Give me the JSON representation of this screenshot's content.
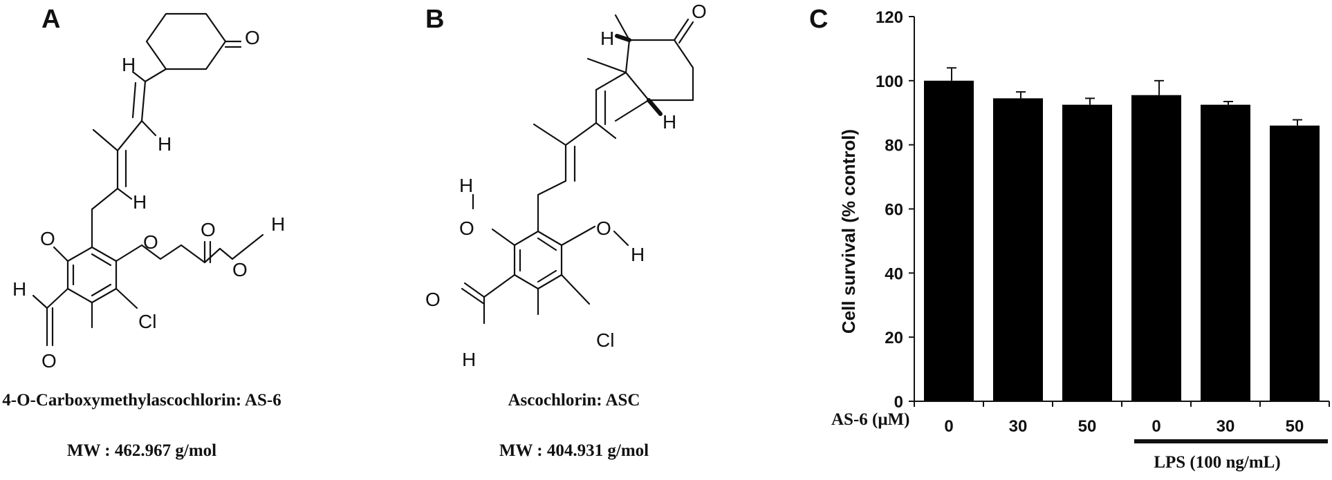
{
  "panels": {
    "a": {
      "letter": "A",
      "atoms": {
        "o_ketone": "O",
        "h1": "H",
        "h2": "H",
        "h3": "H",
        "o_phenol": "O",
        "o_ether": "O",
        "o_acid": "O",
        "o_oh": "O",
        "h_acid": "H",
        "h_ald": "H",
        "o_ald": "O",
        "cl": "Cl"
      },
      "name": "4-O-Carboxymethylascochlorin: AS-6",
      "mw": "MW : 462.967 g/mol"
    },
    "b": {
      "letter": "B",
      "atoms": {
        "o_ketone": "O",
        "h_ring1": "H",
        "h_ring2": "H",
        "h_oh1": "H",
        "o_oh1": "O",
        "o_oh2": "O",
        "h_oh2": "H",
        "o_ald": "O",
        "h_ald": "H",
        "cl": "Cl"
      },
      "name": "Ascochlorin: ASC",
      "mw": "MW : 404.931 g/mol"
    },
    "c": {
      "letter": "C",
      "treatment_label": "AS-6 (μM)",
      "lps_label": "LPS (100 ng/mL)"
    }
  },
  "chart_data": {
    "type": "bar",
    "categories": [
      "0",
      "30",
      "50",
      "0",
      "30",
      "50"
    ],
    "values": [
      100,
      94.5,
      92.5,
      95.5,
      92.5,
      86
    ],
    "errors": [
      4,
      2,
      2,
      4.5,
      1,
      1.8
    ],
    "ylabel": "Cell survival (% control)",
    "xlabel": "AS-6 (μM)",
    "ylim": [
      0,
      120
    ],
    "yticks": [
      "0",
      "20",
      "40",
      "60",
      "80",
      "100",
      "120"
    ],
    "grid": false,
    "bar_color": "#000000"
  }
}
